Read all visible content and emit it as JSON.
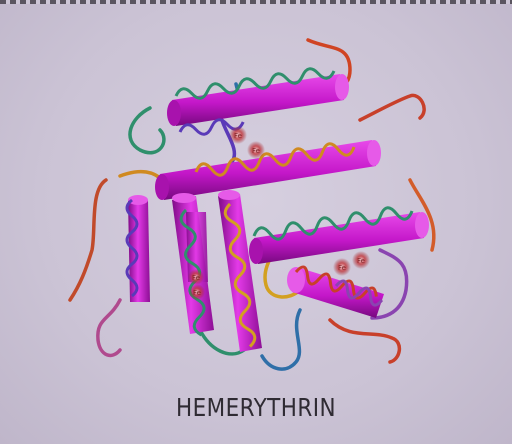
{
  "caption": "HEMERYTHRIN",
  "iron_labels": [
    "Fe",
    "Fe",
    "Fe",
    "Fe",
    "Fe",
    "Fe"
  ],
  "colors": {
    "background": "#cdc6d6",
    "helix": "#d21fd6",
    "helix_shade": "#7e0b86",
    "iron_glow": "#b2262c",
    "caption_text": "#2f2b33"
  }
}
